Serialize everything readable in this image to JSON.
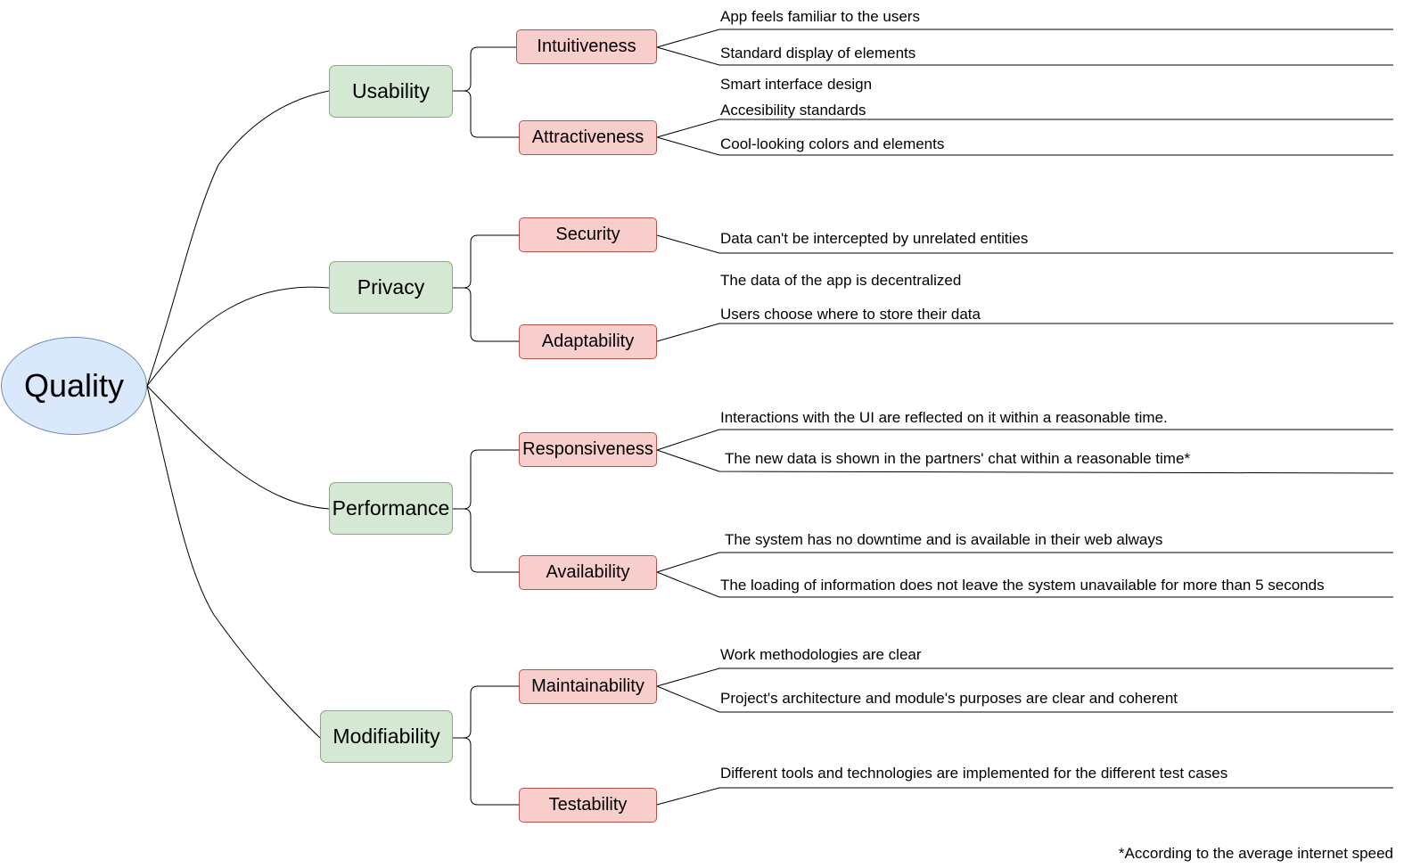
{
  "root": {
    "label": "Quality"
  },
  "categories": [
    {
      "label": "Usability"
    },
    {
      "label": "Privacy"
    },
    {
      "label": "Performance"
    },
    {
      "label": "Modifiability"
    }
  ],
  "subcategories": [
    {
      "label": "Intuitiveness"
    },
    {
      "label": "Attractiveness"
    },
    {
      "label": "Security"
    },
    {
      "label": "Adaptability"
    },
    {
      "label": "Responsiveness"
    },
    {
      "label": "Availability"
    },
    {
      "label": "Maintainability"
    },
    {
      "label": "Testability"
    }
  ],
  "leaves": [
    {
      "text": "App feels familiar to the users"
    },
    {
      "text": "Standard display of elements"
    },
    {
      "text": "Smart interface design"
    },
    {
      "text": "Accesibility standards"
    },
    {
      "text": "Cool-looking colors and elements"
    },
    {
      "text": "Data can't be intercepted by unrelated entities"
    },
    {
      "text": "The data of the app is decentralized"
    },
    {
      "text": "Users choose where to store their data"
    },
    {
      "text": "Interactions with the UI are reflected on it within a reasonable time."
    },
    {
      "text": "The new data is shown in the partners' chat within a reasonable time*"
    },
    {
      "text": "The system has no downtime and is available in their web always"
    },
    {
      "text": "The loading of information does not leave the system unavailable for more than 5 seconds"
    },
    {
      "text": "Work methodologies are clear"
    },
    {
      "text": "Project's architecture and module's purposes are clear and coherent"
    },
    {
      "text": "Different tools and technologies are implemented for the different test cases"
    }
  ],
  "footnote": {
    "text": "*According to the average internet speed"
  }
}
